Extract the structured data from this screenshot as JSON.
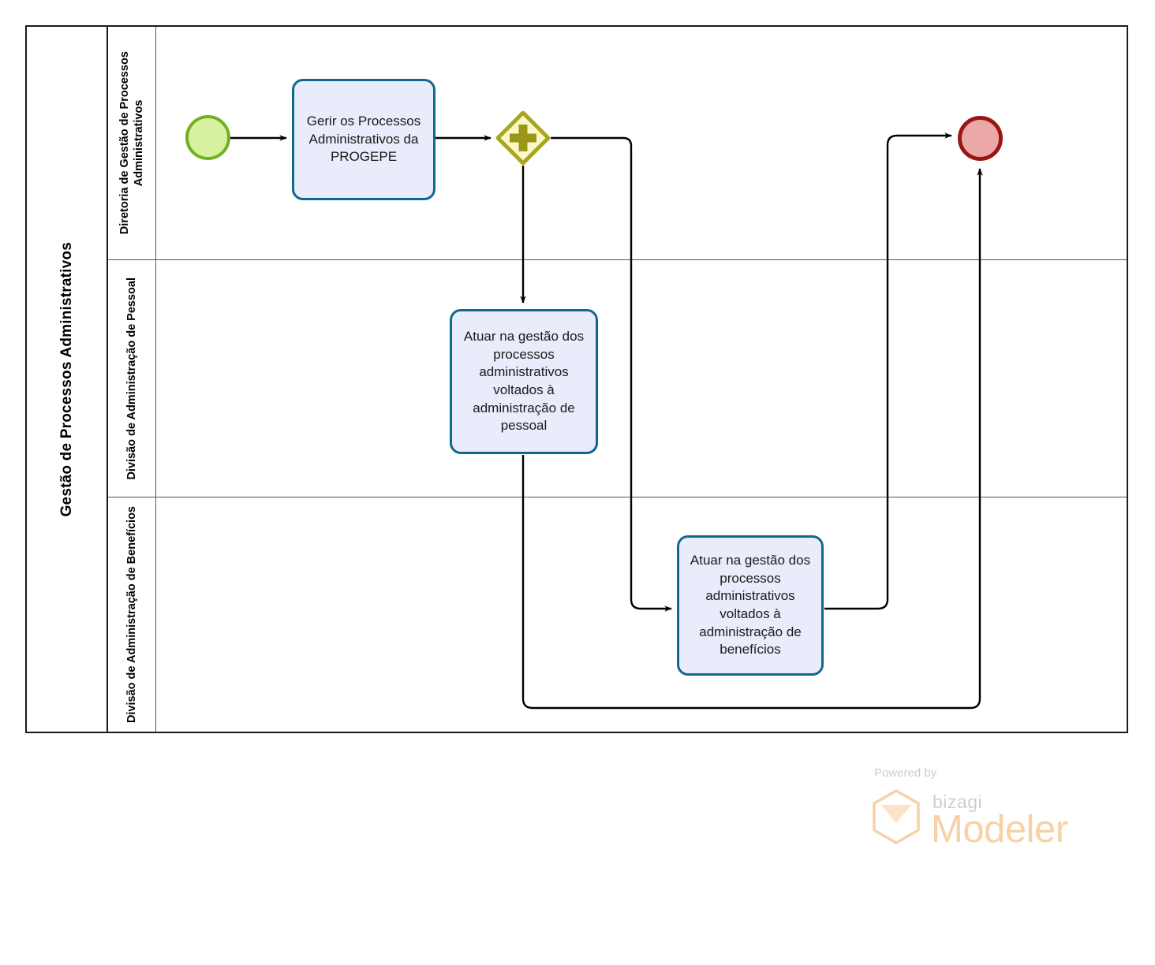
{
  "diagram": {
    "type": "bpmn-process-diagram",
    "pool": {
      "name": "Gestão de Processos Administrativos"
    },
    "lanes": [
      {
        "id": "lane-diretoria",
        "name": "Diretoria de Gestão de Processos Administrativos"
      },
      {
        "id": "lane-pessoal",
        "name": "Divisão de Administração de Pessoal"
      },
      {
        "id": "lane-beneficios",
        "name": "Divisão de Administração de Benefícios"
      }
    ],
    "nodes": {
      "start_event": {
        "type": "start-event",
        "label": "",
        "lane": "lane-diretoria"
      },
      "task_gerir": {
        "type": "task",
        "label": "Gerir os Processos Administrativos da PROGEPE",
        "lane": "lane-diretoria"
      },
      "gateway": {
        "type": "parallel-gateway",
        "label": "",
        "lane": "lane-diretoria"
      },
      "task_pessoal": {
        "type": "task",
        "label": "Atuar na gestão dos processos administrativos voltados à administração de pessoal",
        "lane": "lane-pessoal"
      },
      "task_beneficios": {
        "type": "task",
        "label": "Atuar na gestão dos processos administrativos voltados à administração de benefícios",
        "lane": "lane-beneficios"
      },
      "end_event": {
        "type": "end-event",
        "label": "",
        "lane": "lane-diretoria"
      }
    },
    "flows": [
      {
        "from": "start_event",
        "to": "task_gerir",
        "label": ""
      },
      {
        "from": "task_gerir",
        "to": "gateway",
        "label": ""
      },
      {
        "from": "gateway",
        "to": "task_pessoal",
        "label": ""
      },
      {
        "from": "gateway",
        "to": "task_beneficios",
        "label": ""
      },
      {
        "from": "task_pessoal",
        "to": "end_event",
        "label": ""
      },
      {
        "from": "task_beneficios",
        "to": "end_event",
        "label": ""
      }
    ],
    "colors": {
      "task_fill": "#e8ecfb",
      "task_border": "#11688f",
      "start_fill": "#d6f2a0",
      "start_border": "#72b023",
      "end_fill": "#eaa8a6",
      "end_border": "#9b1515",
      "gateway_fill": "#fbf8c8",
      "gateway_border": "#a8a521",
      "gateway_symbol": "#9a9718",
      "pool_border": "#1a1a1a",
      "lane_border": "#555555",
      "flow_line": "#000000"
    }
  },
  "watermark": {
    "powered_by": "Powered by",
    "brand": "bizagi",
    "product": "Modeler",
    "brand_color": "#f6d2a6"
  }
}
